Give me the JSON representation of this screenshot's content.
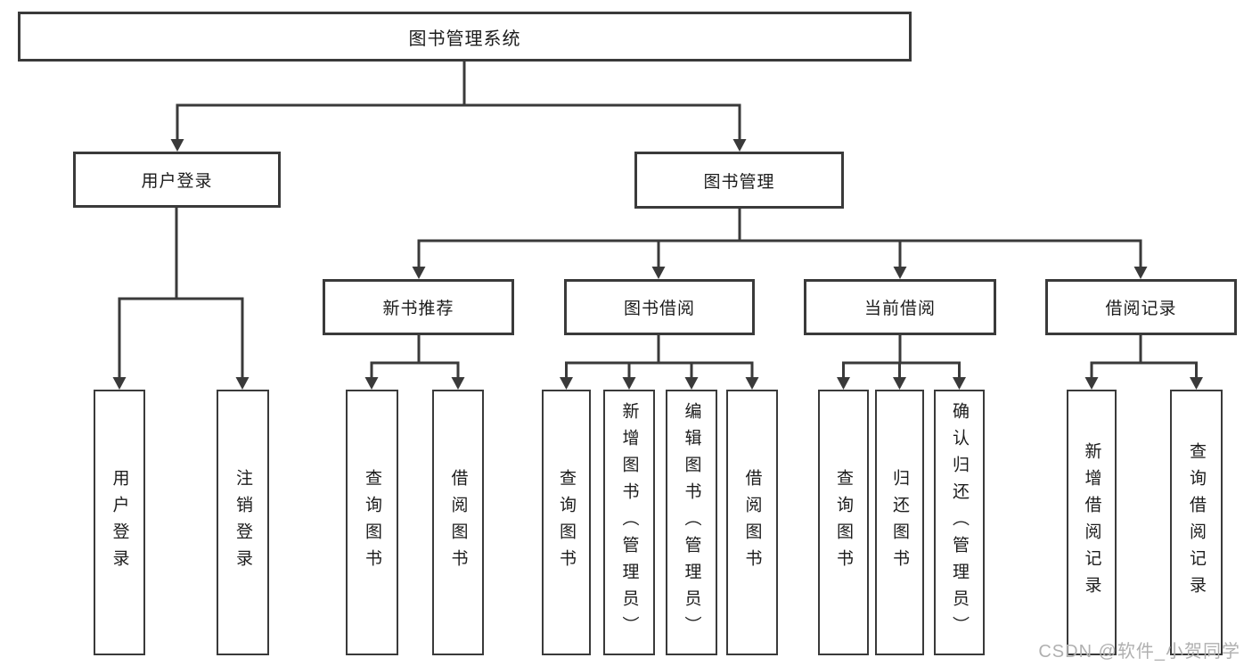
{
  "tree": {
    "root": "图书管理系统",
    "branches": [
      {
        "label": "用户登录",
        "children": [
          "用户登录",
          "注销登录"
        ]
      },
      {
        "label": "图书管理",
        "modules": [
          {
            "label": "新书推荐",
            "children": [
              "查询图书",
              "借阅图书"
            ]
          },
          {
            "label": "图书借阅",
            "children": [
              "查询图书",
              "新增图书（管理员）",
              "编辑图书（管理员）",
              "借阅图书"
            ]
          },
          {
            "label": "当前借阅",
            "children": [
              "查询图书",
              "归还图书",
              "确认归还（管理员）"
            ]
          },
          {
            "label": "借阅记录",
            "children": [
              "新增借阅记录",
              "查询借阅记录"
            ]
          }
        ]
      }
    ]
  },
  "colors": {
    "line": "#3a3a3a",
    "watermark": "#b0b0b0"
  },
  "watermark": "CSDN @软件_小贺同学"
}
